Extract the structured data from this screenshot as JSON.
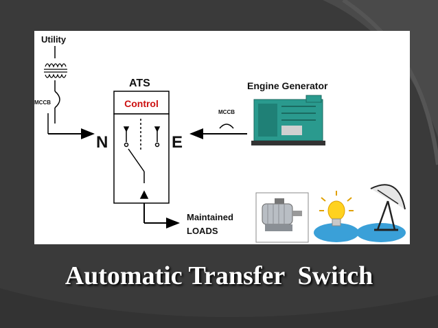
{
  "slide": {
    "title": "Automatic Transfer  Switch"
  },
  "diagram": {
    "utility_label": "Utility",
    "mccb_left_label": "MCCB",
    "ats_label": "ATS",
    "control_label": "Control",
    "n_label": "N",
    "e_label": "E",
    "generator_label": "Engine Generator",
    "mccb_right_label": "MCCB",
    "loads_line1": "Maintained",
    "loads_line2": "LOADS"
  },
  "colors": {
    "control_text": "#cc1111",
    "generator_body": "#2a9a8e",
    "background": "#3a3a3a",
    "load_ellipse": "#3aa0d8"
  },
  "icons": [
    "transformer-icon",
    "breaker-icon",
    "generator-icon",
    "motor-icon",
    "light-bulb-icon",
    "satellite-dish-icon"
  ]
}
